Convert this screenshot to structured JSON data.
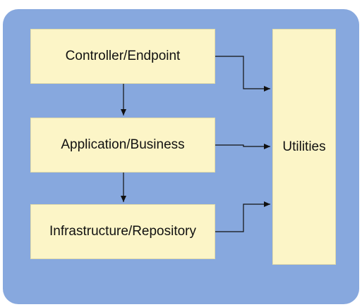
{
  "diagram": {
    "layers": {
      "controller": "Controller/Endpoint",
      "application": "Application/Business",
      "infrastructure": "Infrastructure/Repository"
    },
    "utilities": "Utilities"
  },
  "colors": {
    "background_panel": "#87a8de",
    "box_fill": "#fcf5c7",
    "arrow": "#111111"
  }
}
